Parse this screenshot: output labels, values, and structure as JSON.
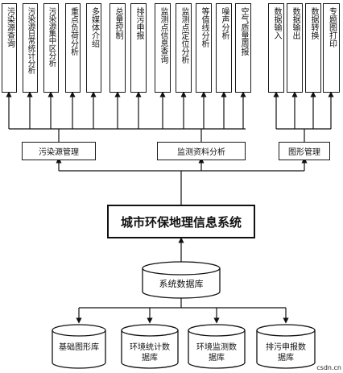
{
  "top_boxes": [
    {
      "id": "t1",
      "label": "污染源查询"
    },
    {
      "id": "t2",
      "label": "污染源日常统计分析"
    },
    {
      "id": "t3",
      "label": "污染源集中区分析"
    },
    {
      "id": "t4",
      "label": "重点负荷分析"
    },
    {
      "id": "t5",
      "label": "多媒体介绍"
    },
    {
      "id": "t6",
      "label": "总量控制"
    },
    {
      "id": "t7",
      "label": "排污申报"
    },
    {
      "id": "t8",
      "label": "监测点信息查询"
    },
    {
      "id": "t9",
      "label": "监测点定位分析"
    },
    {
      "id": "t10",
      "label": "等值线分析"
    },
    {
      "id": "t11",
      "label": "噪声分析"
    },
    {
      "id": "t12",
      "label": "空气质量周报"
    },
    {
      "id": "t13",
      "label": "数据输入"
    },
    {
      "id": "t14",
      "label": "数据输出"
    },
    {
      "id": "t15",
      "label": "数据转换"
    },
    {
      "id": "t16",
      "label": "专题图打印"
    }
  ],
  "mid_boxes": {
    "pollution": "污染源管理",
    "monitoring": "监测资料分析",
    "graphics": "图形管理"
  },
  "core_title": "城市环保地理信息系统",
  "system_db": "系统数据库",
  "databases": [
    {
      "id": "db1",
      "line1": "基础图形库",
      "line2": ""
    },
    {
      "id": "db2",
      "line1": "环境统计数",
      "line2": "据库"
    },
    {
      "id": "db3",
      "line1": "环境监测数",
      "line2": "据库"
    },
    {
      "id": "db4",
      "line1": "排污申报数",
      "line2": "据库"
    }
  ],
  "watermark": "csdn.cn"
}
